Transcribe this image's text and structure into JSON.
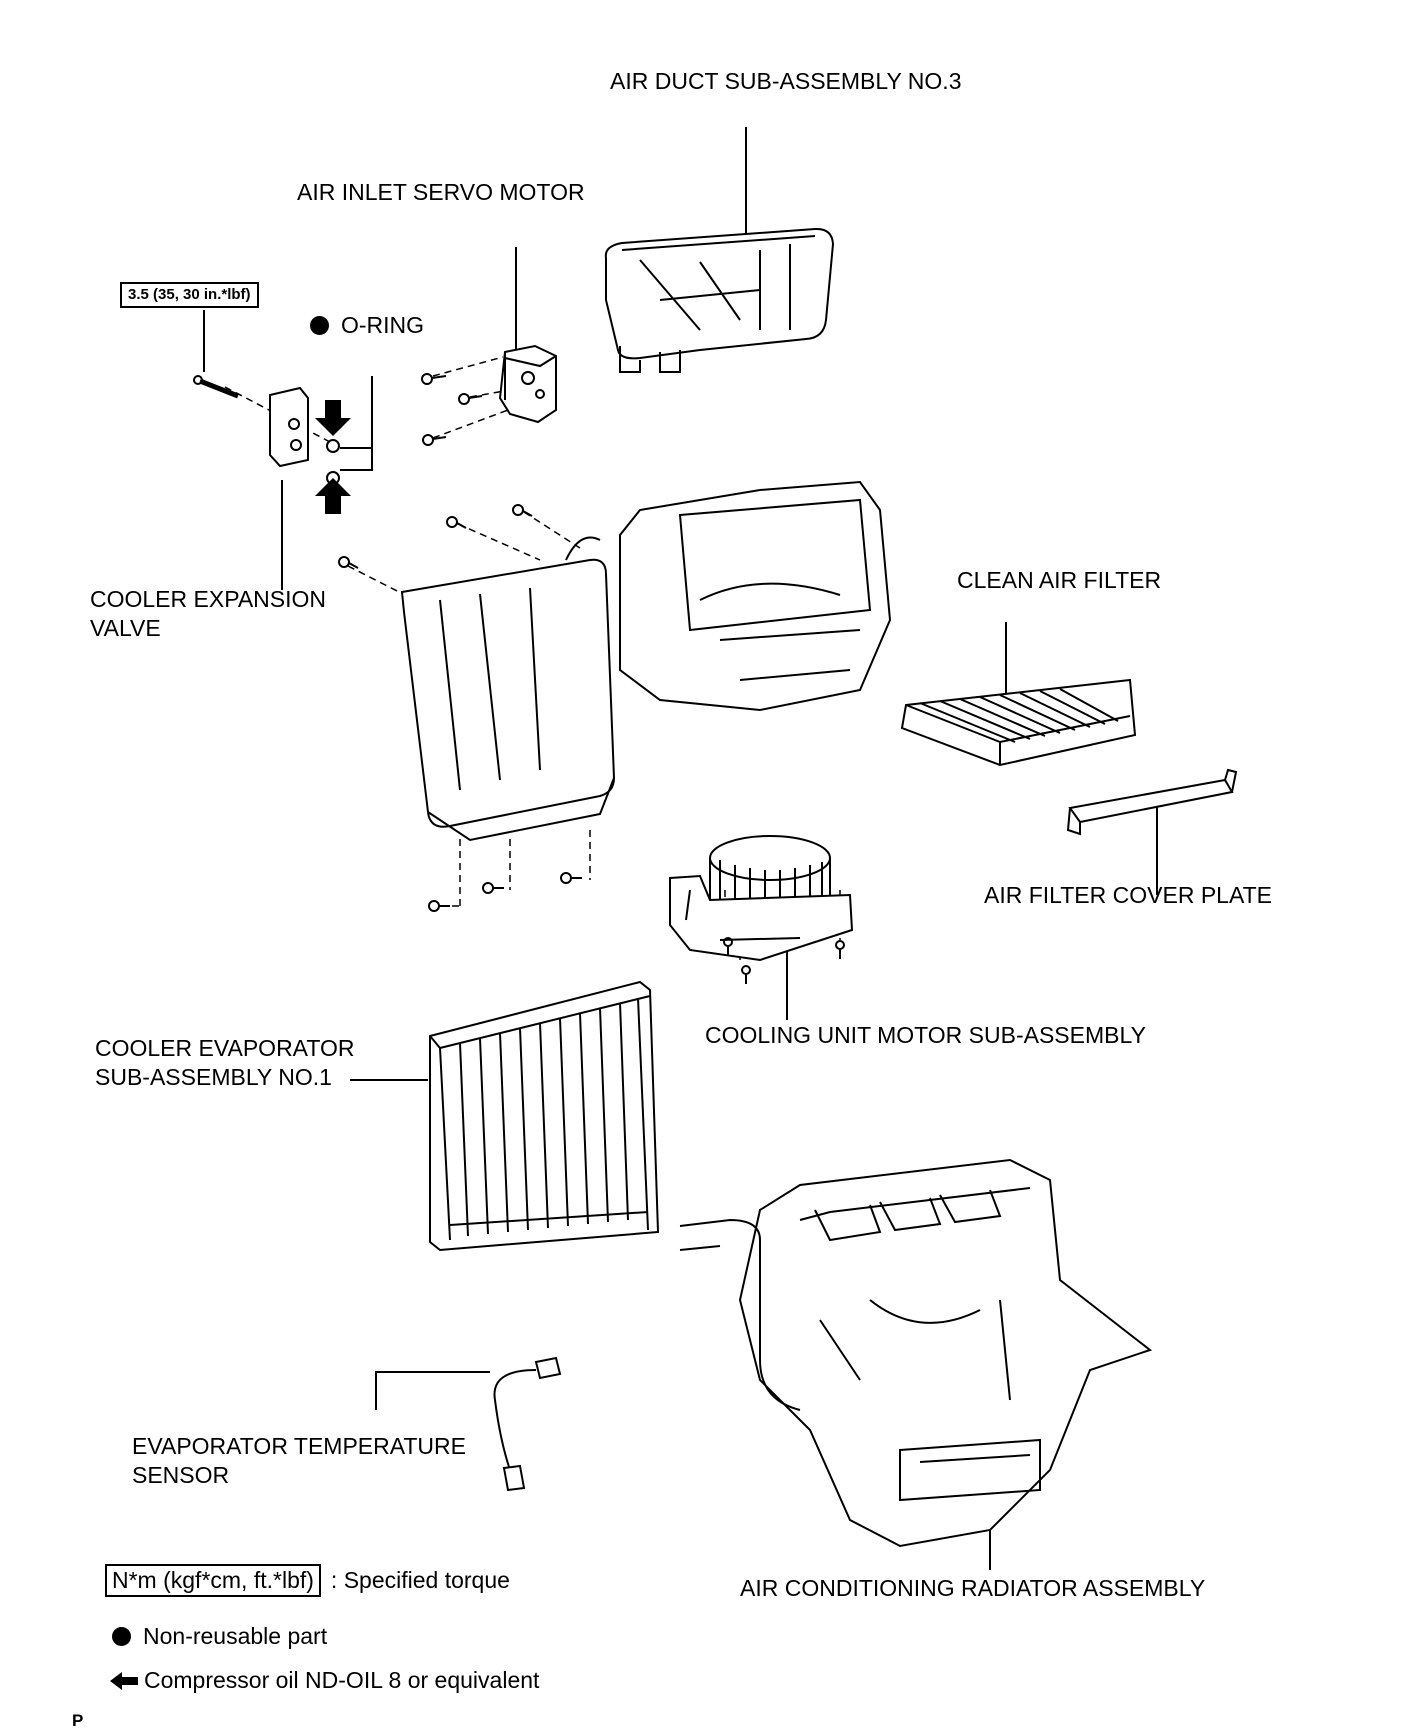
{
  "labels": {
    "air_duct": "AIR DUCT SUB-ASSEMBLY NO.3",
    "servo_motor": "AIR INLET SERVO MOTOR",
    "o_ring": "O-RING",
    "torque": "3.5 (35, 30 in.*lbf)",
    "expansion_valve_1": "COOLER EXPANSION",
    "expansion_valve_2": "VALVE",
    "clean_air_filter": "CLEAN AIR FILTER",
    "filter_cover": "AIR FILTER COVER PLATE",
    "motor_subassy": "COOLING UNIT MOTOR SUB-ASSEMBLY",
    "evaporator_1": "COOLER EVAPORATOR",
    "evaporator_2": "SUB-ASSEMBLY NO.1",
    "temp_sensor_1": "EVAPORATOR TEMPERATURE",
    "temp_sensor_2": "SENSOR",
    "radiator": "AIR CONDITIONING RADIATOR ASSEMBLY"
  },
  "legend": {
    "torque_unit": "N*m (kgf*cm, ft.*lbf)",
    "torque_desc": ": Specified torque",
    "non_reusable": "Non-reusable part",
    "compressor_oil": "Compressor oil ND-OIL 8 or equivalent"
  },
  "footer": {
    "code": "P"
  }
}
